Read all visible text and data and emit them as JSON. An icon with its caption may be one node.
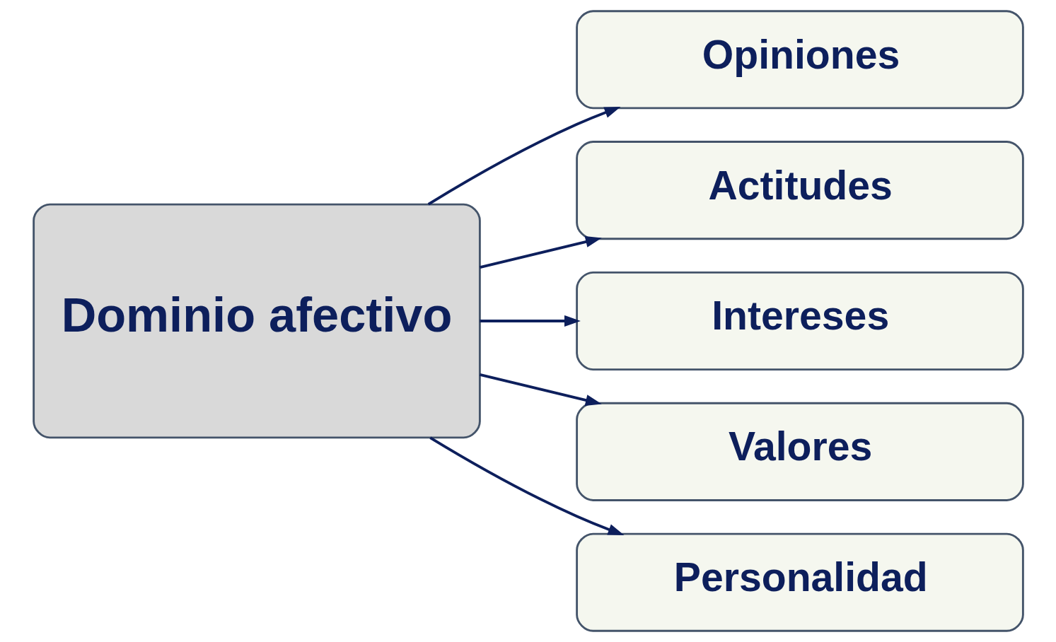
{
  "diagram": {
    "nodes": [
      {
        "text": [
          "Dominio afectivo"
        ]
      },
      {
        "text": [
          "Opiniones"
        ]
      },
      {
        "text": [
          "Actitudes"
        ]
      },
      {
        "text": [
          "Intereses"
        ]
      },
      {
        "text": [
          "Valores"
        ]
      },
      {
        "text": [
          "Personalidad"
        ]
      }
    ],
    "edges": [
      {
        "from": 0,
        "to": 1,
        "arrow": "to"
      },
      {
        "from": 0,
        "to": 2,
        "arrow": "to"
      },
      {
        "from": 0,
        "to": 3,
        "arrow": "to"
      },
      {
        "from": 0,
        "to": 4,
        "arrow": "to"
      },
      {
        "from": 0,
        "to": 5,
        "arrow": "to"
      }
    ]
  }
}
